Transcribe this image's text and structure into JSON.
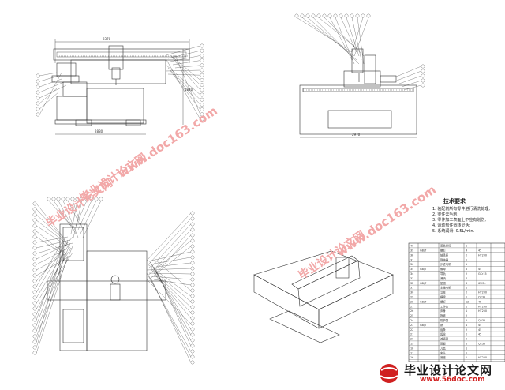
{
  "drawing": {
    "front_view": {
      "dim_top": "2370",
      "dim_bottom": "2880",
      "dim_right": "1870"
    },
    "side_view": {
      "dim_bottom": "2970"
    }
  },
  "tech_requirements": {
    "title": "技术要求",
    "lines": [
      "1. 装配前所有零件进行清洗处理;",
      "2. 零件去毛刺;",
      "3. 零件加工表面上不应有划伤;",
      "4. 运动部件运转灵活;",
      "5. 系统润滑: 0.5L/min."
    ]
  },
  "parts_table": {
    "rows": [
      [
        "40",
        "",
        "滚珠丝杠",
        "1",
        ""
      ],
      [
        "39",
        "GB/T",
        "螺钉",
        "4",
        "45"
      ],
      [
        "38",
        "",
        "轴承座",
        "2",
        "HT200"
      ],
      [
        "37",
        "",
        "联轴器",
        "1",
        ""
      ],
      [
        "36",
        "",
        "步进电机",
        "1",
        ""
      ],
      [
        "35",
        "GB/T",
        "螺母",
        "8",
        "45"
      ],
      [
        "34",
        "",
        "导轨",
        "2",
        "GCr15"
      ],
      [
        "33",
        "",
        "滑块",
        "4",
        ""
      ],
      [
        "32",
        "GB/T",
        "垫圈",
        "8",
        "65Mn"
      ],
      [
        "31",
        "",
        "主轴电机",
        "1",
        ""
      ],
      [
        "30",
        "",
        "立柱",
        "2",
        "HT200"
      ],
      [
        "29",
        "",
        "横梁",
        "1",
        "Q235"
      ],
      [
        "28",
        "GB/T",
        "螺钉",
        "12",
        "45"
      ],
      [
        "27",
        "",
        "工作台",
        "1",
        "HT250"
      ],
      [
        "26",
        "",
        "床身",
        "1",
        "HT250"
      ],
      [
        "25",
        "",
        "拖链",
        "2",
        ""
      ],
      [
        "24",
        "",
        "防护罩",
        "2",
        "Q235"
      ],
      [
        "23",
        "GB/T",
        "销",
        "4",
        "45"
      ],
      [
        "22",
        "",
        "齿条",
        "2",
        "45"
      ],
      [
        "21",
        "",
        "齿轮",
        "2",
        "45"
      ],
      [
        "20",
        "",
        "减速器",
        "2",
        ""
      ],
      [
        "19",
        "",
        "压板",
        "6",
        "Q235"
      ],
      [
        "18",
        "",
        "刀具",
        "1",
        ""
      ],
      [
        "17",
        "",
        "夹头",
        "1",
        ""
      ],
      [
        "16",
        "",
        "底座",
        "1",
        "HT200"
      ]
    ]
  },
  "watermarks": {
    "site_cn": "毕业设计论文网",
    "site_url": "www.doc163.com"
  },
  "logo": {
    "text": "毕业设计论文网",
    "url": "www.56doc.com"
  },
  "colors": {
    "line": "#333333",
    "watermark": "#f2a8a8",
    "logo_red": "#d02020",
    "background": "#ffffff"
  }
}
